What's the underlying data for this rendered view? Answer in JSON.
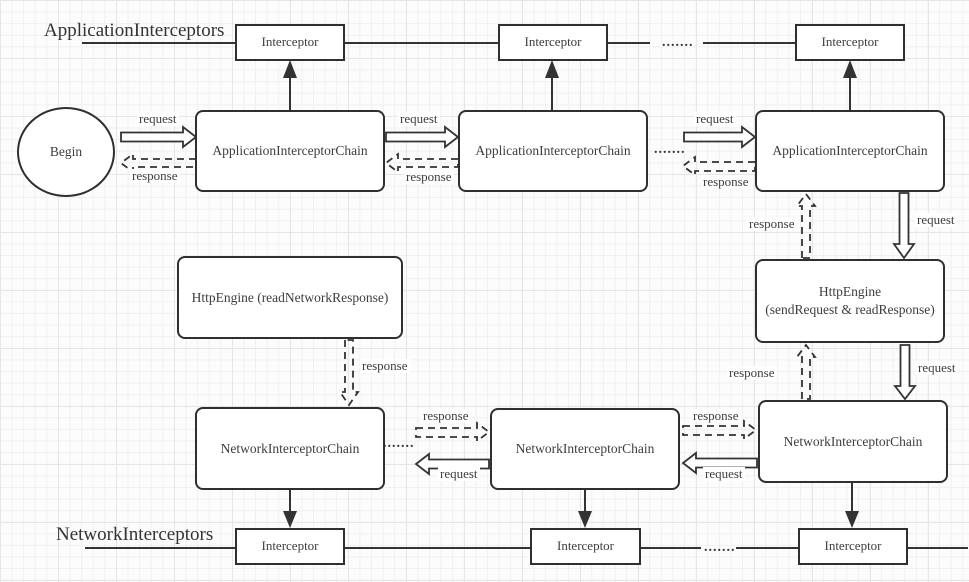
{
  "diagram": {
    "sections": {
      "application_interceptors": "ApplicationInterceptors",
      "network_interceptors": "NetworkInterceptors"
    },
    "nodes": {
      "begin": "Begin",
      "interceptor": "Interceptor",
      "application_chain": "ApplicationInterceptorChain",
      "network_chain": "NetworkInterceptorChain",
      "http_engine_read": "HttpEngine (readNetworkResponse)",
      "http_engine_send": {
        "line1": "HttpEngine",
        "line2": "(sendRequest & readResponse)"
      }
    },
    "edge_labels": {
      "request": "request",
      "response": "response"
    },
    "ellipsis": ".......",
    "colors": {
      "stroke": "#333333",
      "text": "#3d3d3d",
      "canvas": "#ffffff",
      "grid": "#eeeeee"
    }
  }
}
